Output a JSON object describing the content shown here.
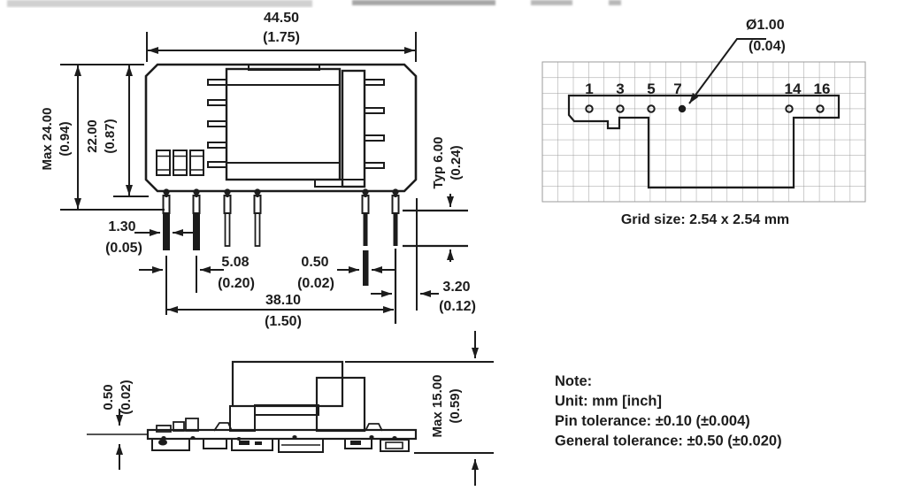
{
  "front_view": {
    "width": {
      "mm": "44.50",
      "inch": "(1.75)"
    },
    "height_max": {
      "mm": "Max 24.00",
      "inch": "(0.94)"
    },
    "case_height": {
      "mm": "22.00",
      "inch": "(0.87)"
    },
    "pin_width": {
      "mm": "1.30",
      "inch": "(0.05)"
    },
    "pin_pitch": {
      "mm": "5.08",
      "inch": "(0.20)"
    },
    "pin_thickness": {
      "mm": "0.50",
      "inch": "(0.02)"
    },
    "pin_span": {
      "mm": "38.10",
      "inch": "(1.50)"
    },
    "pin_edge_offset": {
      "mm": "3.20",
      "inch": "(0.12)"
    },
    "pin_length": {
      "mm": "Typ 6.00",
      "inch": "(0.24)"
    }
  },
  "side_view": {
    "pcb_thickness": {
      "mm": "0.50",
      "inch": "(0.02)"
    },
    "height_max": {
      "mm": "Max 15.00",
      "inch": "(0.59)"
    }
  },
  "pin_layout": {
    "hole_diameter": {
      "mm": "Ø1.00",
      "inch": "(0.04)"
    },
    "pin_labels": [
      "1",
      "3",
      "5",
      "7",
      "14",
      "16"
    ],
    "grid_caption": "Grid size: 2.54 x 2.54 mm"
  },
  "notes": {
    "title": "Note:",
    "unit": "Unit: mm [inch]",
    "pin_tolerance": "Pin tolerance: ±0.10 (±0.004)",
    "general_tolerance": "General tolerance: ±0.50 (±0.020)"
  },
  "colors": {
    "line": "#1c1c1c",
    "grid_line": "#9b9b9b",
    "background": "#ffffff"
  }
}
